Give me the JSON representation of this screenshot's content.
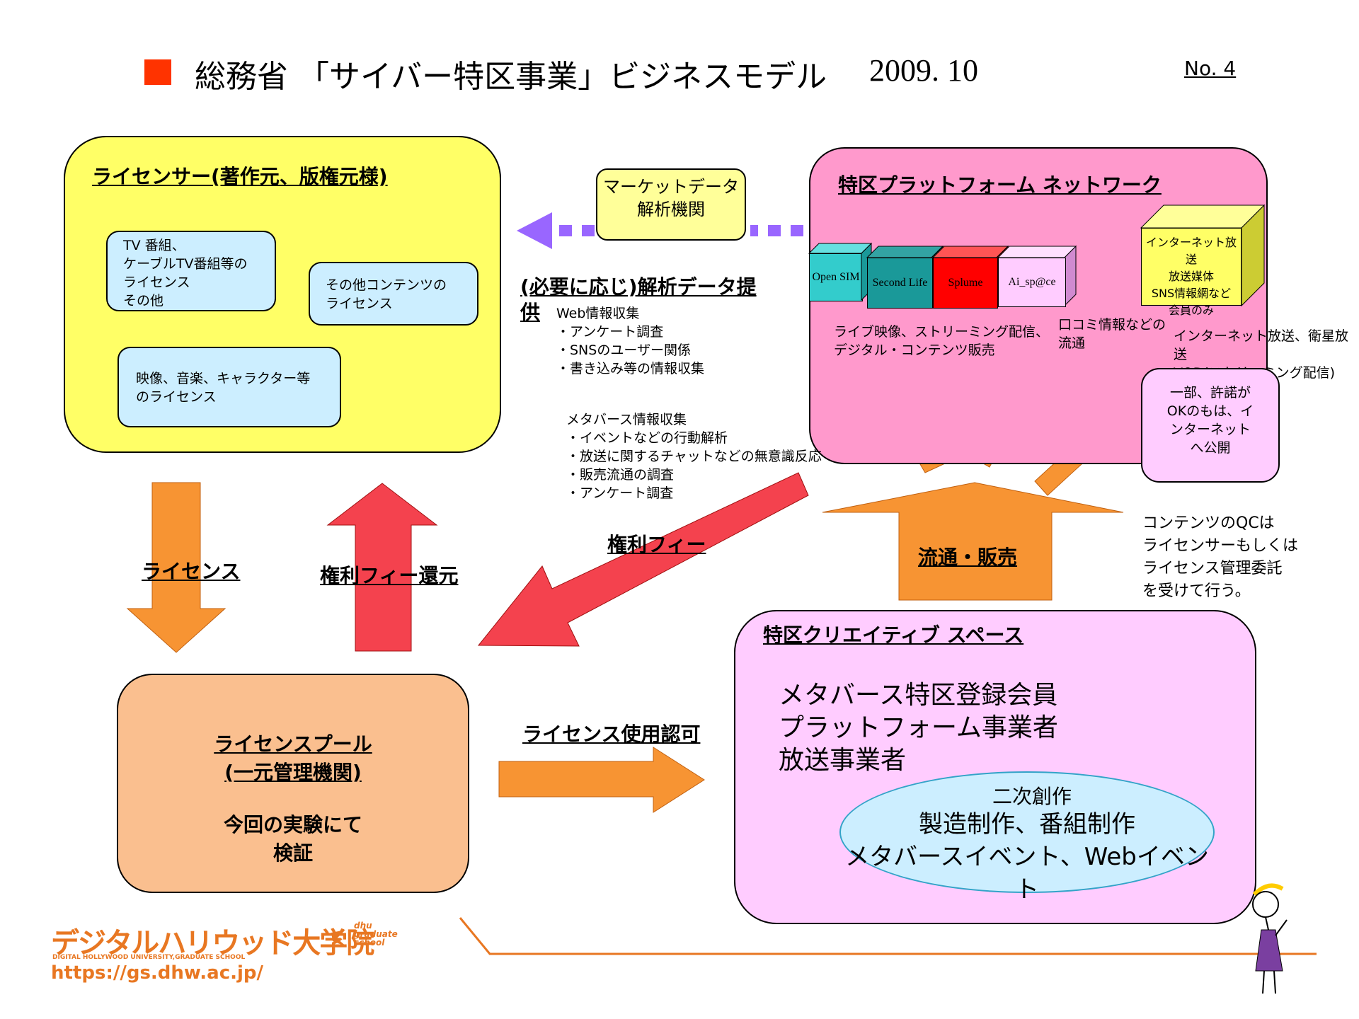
{
  "header": {
    "title": "総務省 「サイバー特区事業」ビジネスモデル",
    "date": "2009. 10",
    "page_no": "No. 4"
  },
  "licensor": {
    "title": "ライセンサー(著作元、版権元様)",
    "boxes": [
      "TV 番組、\nケーブルTV番組等の\nライセンス\nその他",
      "その他コンテンツの\nライセンス",
      "映像、音楽、キャラクター等\nのライセンス"
    ]
  },
  "market": {
    "label": "マーケットデータ\n解析機関"
  },
  "platform": {
    "title": "特区プラットフォーム ネットワーク",
    "cubes": [
      "Open SIM",
      "Second Life",
      "Splume",
      "Ai_sp@ce"
    ],
    "inet_cube": "インターネット放送\n放送媒体\nSNS情報網など\n会員のみ",
    "live_text": "ライブ映像、ストリーミング配信、\nデジタル・コンテンツ販売",
    "kuchikomi": "口コミ情報などの\n流通",
    "inet_text": "インターネット放送、衛星放送\nVOD(ストリーミング配信)",
    "public_box": "一部、許諾が\nOKのもは、イ\nンターネット\nへ公開"
  },
  "analysis": {
    "title": "(必要に応じ)解析データ提\n供",
    "web_text": "Web情報収集\n・アンケート調査\n・SNSのユーザー関係\n・書き込み等の情報収集",
    "meta_text": "メタバース情報収集\n・イベントなどの行動解析\n・放送に関するチャットなどの無意識反応\n・販売流通の調査\n・アンケート調査"
  },
  "arrows": {
    "license": "ライセンス",
    "fee_return": "権利フィー還元",
    "fee": "権利フィー",
    "distribution": "流通・販売",
    "license_use": "ライセンス使用認可"
  },
  "qc_note": "コンテンツのQCは\nライセンサーもしくは\nライセンス管理委託\nを受けて行う。",
  "license_pool": {
    "title": "ライセンスプール\n(一元管理機関)",
    "body": "今回の実験にて\n検証"
  },
  "creative": {
    "title": "特区クリエイティブ スペース",
    "members": "メタバース特区登録会員\nプラットフォーム事業者\n放送事業者",
    "secondary": "二次創作",
    "ellipse_text": "製造制作、番組制作\nメタバースイベント、Webイベント"
  },
  "footer": {
    "logo": "デジタルハリウッド大学院",
    "logo_sub": "DIGITAL HOLLYWOOD UNIVERSITY,GRADUATE SCHOOL",
    "url": "https://gs.dhw.ac.jp/",
    "dhu": "dhu\ngraduate\nschool"
  },
  "colors": {
    "title_square": "#ff3300",
    "licensor_bg": "#ffff66",
    "platform_bg": "#ff99cc",
    "creative_bg": "#ffccff",
    "pool_bg": "#fabf8f",
    "light_blue": "#cceeff",
    "orange_arrow": "#f79433",
    "red_arrow": "#f4424e",
    "purple_arrow": "#9966ff"
  }
}
